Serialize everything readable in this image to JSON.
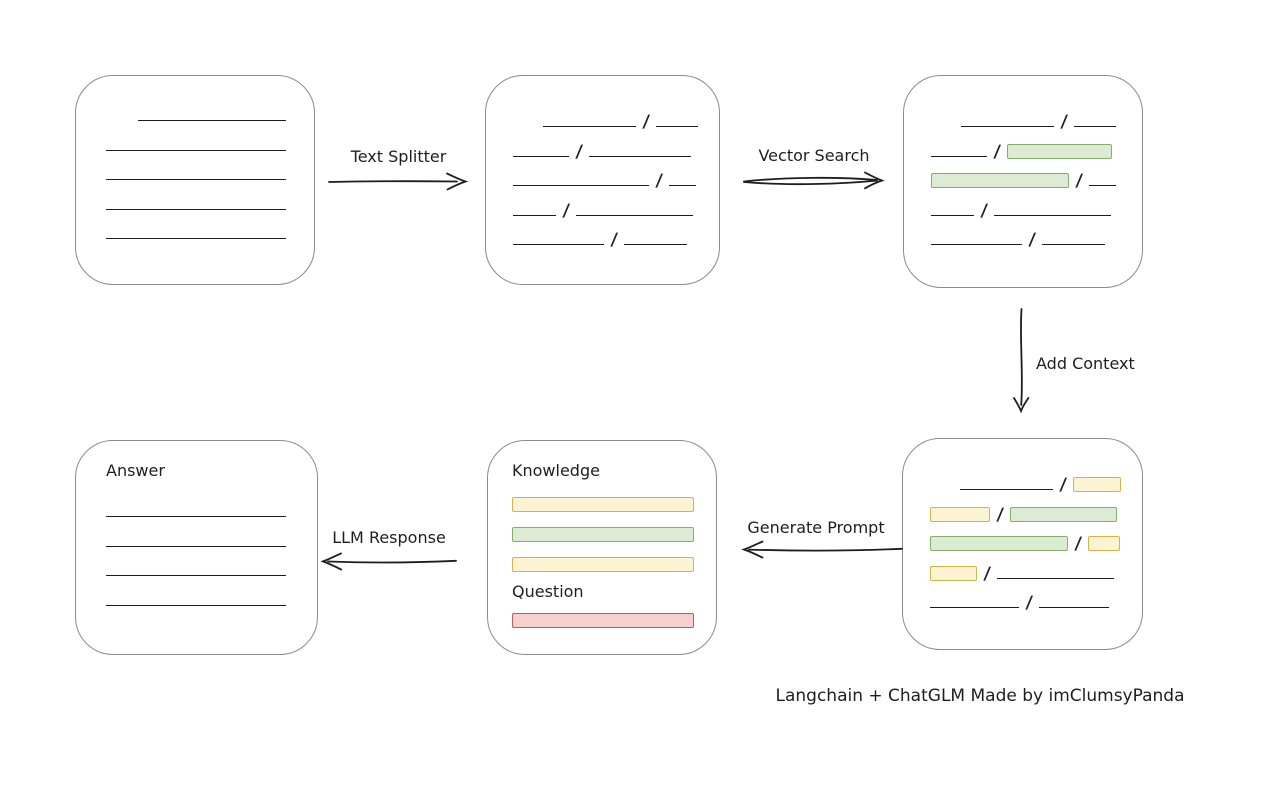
{
  "credit": "Langchain + ChatGLM Made by imClumsyPanda",
  "colors": {
    "line": "#1e1e1e",
    "text": "#1e1e1e",
    "box_border": "#8c8c8c",
    "background": "#ffffff",
    "green_fill": "#dcebd3",
    "green_border": "#86af6b",
    "yellow_fill": "#fcf3d3",
    "yellow_border": "#d8b249",
    "red_fill": "#f6d0ce",
    "red_border": "#bb5b5a"
  },
  "arrows": {
    "text_splitter": {
      "label": "Text Splitter",
      "direction": "right"
    },
    "vector_search": {
      "label": "Vector Search",
      "direction": "right"
    },
    "add_context": {
      "label": "Add Context",
      "direction": "down"
    },
    "generate_prompt": {
      "label": "Generate Prompt",
      "direction": "left"
    },
    "llm_response": {
      "label": "LLM Response",
      "direction": "left"
    }
  },
  "boxes": {
    "source_document": {
      "rows": [
        [
          {
            "t": "space",
            "w": 25
          },
          {
            "t": "line",
            "w": 148
          }
        ],
        [
          {
            "t": "line",
            "w": 180
          }
        ],
        [
          {
            "t": "line",
            "w": 180
          }
        ],
        [
          {
            "t": "line",
            "w": 180
          }
        ],
        [
          {
            "t": "line",
            "w": 180
          }
        ]
      ]
    },
    "split_text": {
      "rows": [
        [
          {
            "t": "space",
            "w": 23
          },
          {
            "t": "line",
            "w": 93
          },
          {
            "t": "slash"
          },
          {
            "t": "line",
            "w": 42
          }
        ],
        [
          {
            "t": "line",
            "w": 56
          },
          {
            "t": "slash"
          },
          {
            "t": "line",
            "w": 102
          }
        ],
        [
          {
            "t": "line",
            "w": 136
          },
          {
            "t": "slash"
          },
          {
            "t": "line",
            "w": 27
          }
        ],
        [
          {
            "t": "line",
            "w": 43
          },
          {
            "t": "slash"
          },
          {
            "t": "line",
            "w": 117
          }
        ],
        [
          {
            "t": "line",
            "w": 91
          },
          {
            "t": "slash"
          },
          {
            "t": "line",
            "w": 63
          }
        ]
      ]
    },
    "vector_matches": {
      "rows": [
        [
          {
            "t": "space",
            "w": 23
          },
          {
            "t": "line",
            "w": 93
          },
          {
            "t": "slash"
          },
          {
            "t": "line",
            "w": 42
          }
        ],
        [
          {
            "t": "line",
            "w": 56
          },
          {
            "t": "slash"
          },
          {
            "t": "bar",
            "c": "green",
            "w": 105
          }
        ],
        [
          {
            "t": "bar",
            "c": "green",
            "w": 138
          },
          {
            "t": "slash"
          },
          {
            "t": "line",
            "w": 27
          }
        ],
        [
          {
            "t": "line",
            "w": 43
          },
          {
            "t": "slash"
          },
          {
            "t": "line",
            "w": 117
          }
        ],
        [
          {
            "t": "line",
            "w": 91
          },
          {
            "t": "slash"
          },
          {
            "t": "line",
            "w": 63
          }
        ]
      ]
    },
    "context_chunks": {
      "rows": [
        [
          {
            "t": "space",
            "w": 23
          },
          {
            "t": "line",
            "w": 93
          },
          {
            "t": "slash"
          },
          {
            "t": "bar",
            "c": "yellow",
            "w": 48
          }
        ],
        [
          {
            "t": "bar",
            "c": "yellow",
            "w": 60
          },
          {
            "t": "slash"
          },
          {
            "t": "bar",
            "c": "green",
            "w": 107
          }
        ],
        [
          {
            "t": "bar",
            "c": "green",
            "w": 138
          },
          {
            "t": "slash"
          },
          {
            "t": "bar",
            "c": "yellow",
            "w": 32
          }
        ],
        [
          {
            "t": "bar",
            "c": "yellow",
            "w": 47
          },
          {
            "t": "slash"
          },
          {
            "t": "line",
            "w": 117
          }
        ],
        [
          {
            "t": "line",
            "w": 89
          },
          {
            "t": "slash"
          },
          {
            "t": "line",
            "w": 70
          }
        ]
      ]
    },
    "prompt": {
      "knowledge_label": "Knowledge",
      "question_label": "Question",
      "knowledge_bars": [
        {
          "c": "yellow",
          "w": 182
        },
        {
          "c": "green",
          "w": 182
        },
        {
          "c": "yellow",
          "w": 182
        }
      ],
      "question_bars": [
        {
          "c": "red",
          "w": 182
        }
      ]
    },
    "answer": {
      "label": "Answer",
      "rows": [
        [
          {
            "t": "line",
            "w": 180
          }
        ],
        [
          {
            "t": "line",
            "w": 180
          }
        ],
        [
          {
            "t": "line",
            "w": 180
          }
        ],
        [
          {
            "t": "line",
            "w": 180
          }
        ]
      ]
    }
  }
}
